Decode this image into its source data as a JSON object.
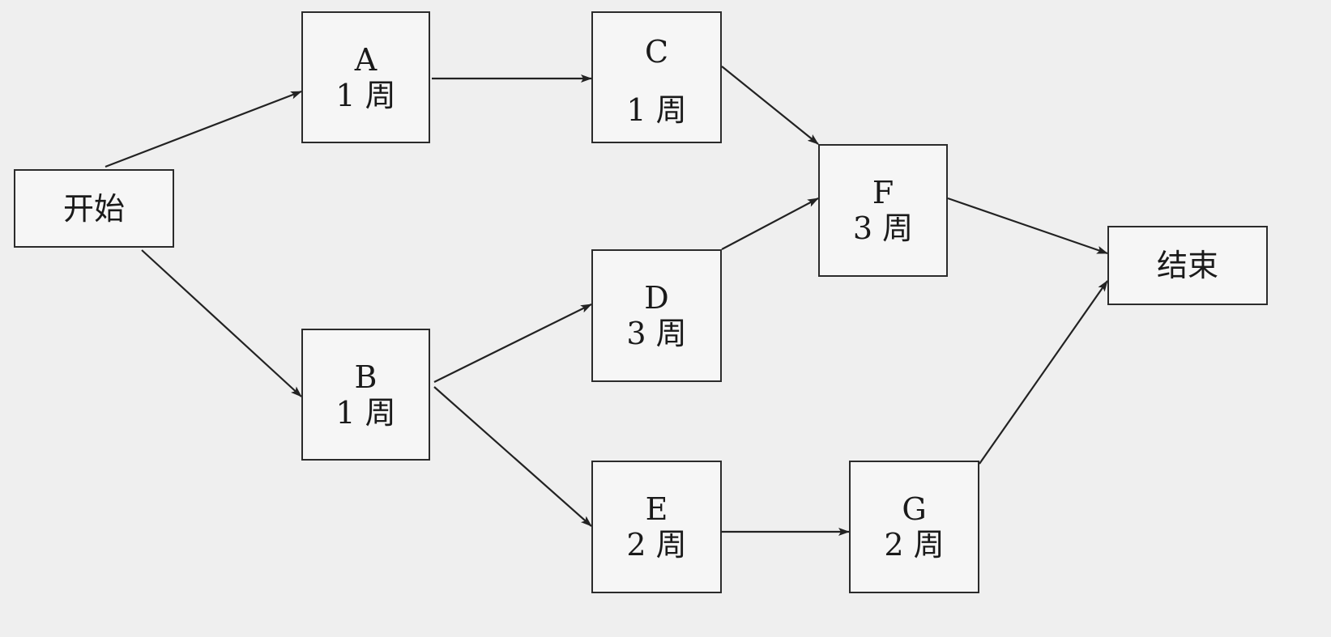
{
  "colors": {
    "background": "#efefef",
    "box_fill": "#f6f6f6",
    "line": "#222222"
  },
  "nodes": {
    "start": {
      "label": "开始"
    },
    "a": {
      "letter": "A",
      "duration": "1 周"
    },
    "b": {
      "letter": "B",
      "duration": "1 周"
    },
    "c": {
      "letter": "C",
      "duration": "1 周"
    },
    "d": {
      "letter": "D",
      "duration": "3 周"
    },
    "e": {
      "letter": "E",
      "duration": "2 周"
    },
    "f": {
      "letter": "F",
      "duration": "3 周"
    },
    "g": {
      "letter": "G",
      "duration": "2 周"
    },
    "end": {
      "label": "结束"
    }
  },
  "edges": [
    {
      "from": "start",
      "to": "a"
    },
    {
      "from": "start",
      "to": "b"
    },
    {
      "from": "a",
      "to": "c"
    },
    {
      "from": "b",
      "to": "d"
    },
    {
      "from": "b",
      "to": "e"
    },
    {
      "from": "c",
      "to": "f"
    },
    {
      "from": "d",
      "to": "f"
    },
    {
      "from": "e",
      "to": "g"
    },
    {
      "from": "f",
      "to": "end"
    },
    {
      "from": "g",
      "to": "end"
    }
  ]
}
